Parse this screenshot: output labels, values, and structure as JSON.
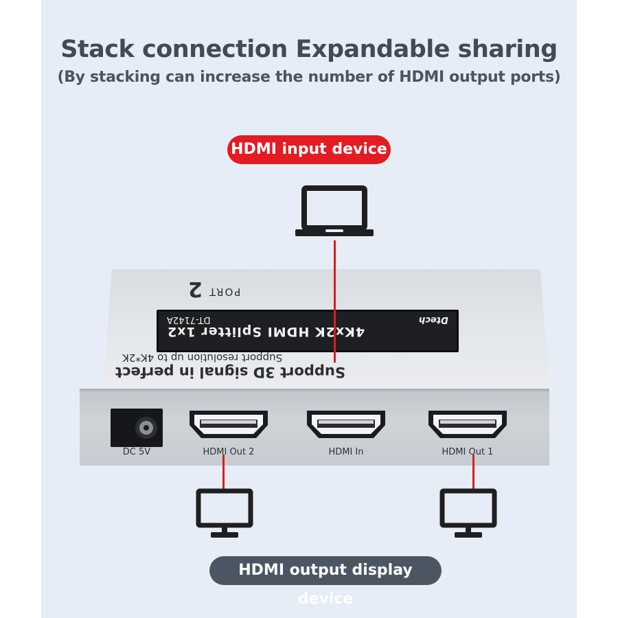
{
  "headline": "Stack connection  Expandable sharing",
  "subline": "(By stacking can increase the number of HDMI output ports)",
  "input_badge": "HDMI input device",
  "output_badge": "HDMI output display device",
  "device": {
    "port_count_mark": "2",
    "port_word": "PORT",
    "brand": "Dtech",
    "product_name": "4Kx2K HDMI Splitter 1x2",
    "model": "DT-7142A",
    "caption_main": "Support 3D signal in perfect",
    "caption_sub": "Support resolution up to 4K*2K",
    "ports": {
      "dc": "DC 5V",
      "out2": "HDMI Out 2",
      "in": "HDMI In",
      "out1": "HDMI Out 1"
    }
  },
  "colors": {
    "accent_red": "#e41b22",
    "badge_gray": "#4c5663",
    "background": "#e7edf6",
    "icon_dark": "#1f1f21"
  },
  "icons": [
    "laptop-icon",
    "monitor-icon",
    "monitor-icon"
  ]
}
